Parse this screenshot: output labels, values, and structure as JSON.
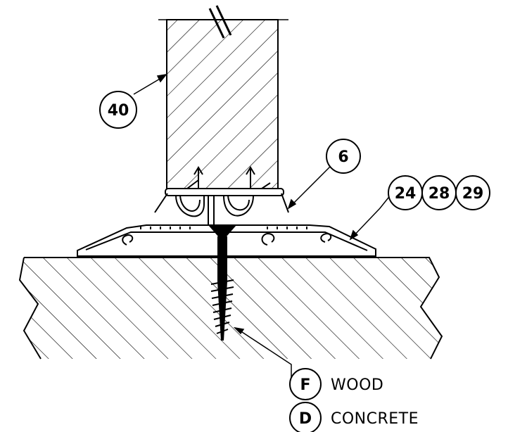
{
  "diagram": {
    "callouts": {
      "post": "40",
      "seal": "6",
      "profile": [
        "24",
        "28",
        "29"
      ],
      "fastener": [
        "F",
        "D"
      ]
    },
    "legend": [
      {
        "code": "F",
        "label": "WOOD"
      },
      {
        "code": "D",
        "label": "CONCRETE"
      }
    ]
  }
}
